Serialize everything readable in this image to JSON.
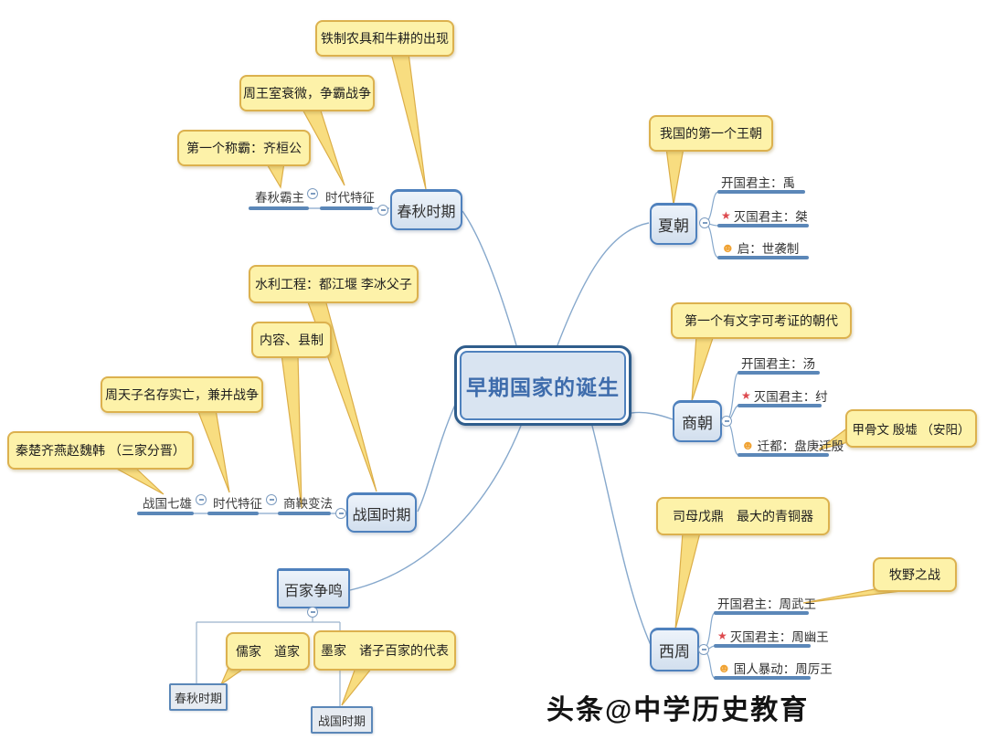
{
  "center": {
    "title": "早期国家的诞生"
  },
  "watermark": "头条@中学历史教育",
  "icons": {
    "star": "★",
    "smiley": "☻",
    "collapse": "−"
  },
  "colors": {
    "node_border": "#4f81bd",
    "node_fill": "#d9e4f1",
    "callout_fill": "#fdf2a9",
    "callout_border": "#dcb14e",
    "line": "#86a8cc",
    "star_red": "#dd4a4e",
    "smiley_orange": "#f0a232"
  },
  "xia": {
    "label": "夏朝",
    "callout": "我国的第一个王朝",
    "items": [
      {
        "text": "开国君主：禹"
      },
      {
        "text": "灭国君主：桀"
      },
      {
        "text": "启：世袭制"
      }
    ]
  },
  "shang": {
    "label": "商朝",
    "callout": "第一个有文字可考证的朝代",
    "callout2": "甲骨文 殷墟 （安阳）",
    "items": [
      {
        "text": "开国君主：汤"
      },
      {
        "text": "灭国君主：纣"
      },
      {
        "text": "迁都：盘庚迁殷"
      }
    ]
  },
  "xizhou": {
    "label": "西周",
    "callout": "司母戊鼎　最大的青铜器",
    "callout2": "牧野之战",
    "items": [
      {
        "text": "开国君主：周武王"
      },
      {
        "text": "灭国君主：周幽王"
      },
      {
        "text": "国人暴动：周厉王"
      }
    ]
  },
  "chunqiu": {
    "label": "春秋时期",
    "subitem_hegemon": "春秋霸主",
    "subitem_feature": "时代特征",
    "callout_tools": "铁制农具和牛耕的出现",
    "callout_zhou": "周王室衰微，争霸战争",
    "callout_hegemon": "第一个称霸：齐桓公"
  },
  "zhanguo": {
    "label": "战国时期",
    "subitem_seven": "战国七雄",
    "subitem_feature": "时代特征",
    "subitem_reform": "商鞅变法",
    "callout_tianzi": "周天子名存实亡，兼并战争",
    "callout_states": "秦楚齐燕赵魏韩 （三家分晋）",
    "callout_water": "水利工程：都江堰 李冰父子",
    "callout_content": "内容、县制"
  },
  "baijia": {
    "label": "百家争鸣",
    "child1": {
      "label": "春秋时期",
      "callout": "儒家　道家"
    },
    "child2": {
      "label": "战国时期",
      "callout": "墨家　诸子百家的代表"
    }
  }
}
